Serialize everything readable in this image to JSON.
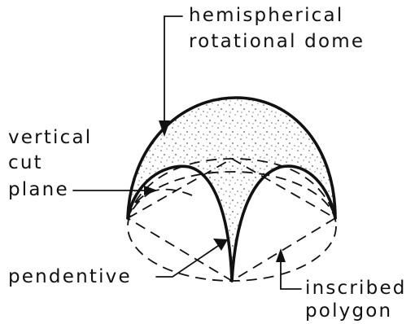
{
  "labels": {
    "dome_line1": "hemispherical",
    "dome_line2": "rotational dome",
    "cut_line1": "vertical",
    "cut_line2": "cut",
    "cut_line3": "plane",
    "pendentive": "pendentive",
    "polygon_line1": "inscribed",
    "polygon_line2": "polygon"
  },
  "colors": {
    "ink": "#111111",
    "background": "#ffffff",
    "stipple": "#333333"
  }
}
